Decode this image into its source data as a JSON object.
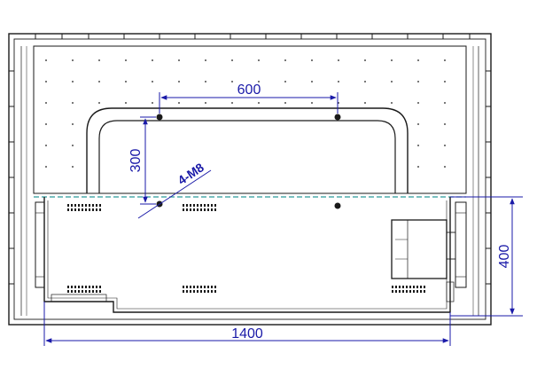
{
  "drawing": {
    "dimensions": {
      "vesa_horizontal": "600",
      "vesa_vertical": "300",
      "screw_spec": "4-M8",
      "overall_width": "1400",
      "lower_height": "400"
    },
    "colors": {
      "outline": "#1a1a1a",
      "dimension": "#1a1aa8",
      "seam": "#2a9a9a",
      "background": "#ffffff"
    }
  }
}
